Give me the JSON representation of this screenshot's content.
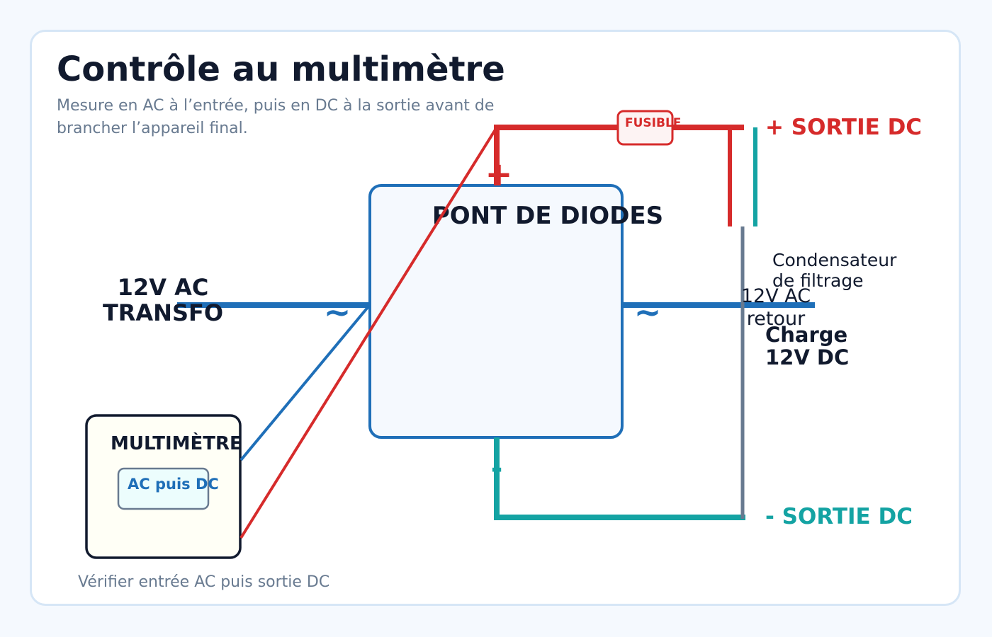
{
  "title": "Contrôle au multimètre",
  "subtitle": "Mesure en AC à l’entrée, puis en DC à la sortie avant de brancher l’appareil final.",
  "footer_note": "Vérifier entrée AC puis sortie DC",
  "components": {
    "transformer": {
      "line1": "12V AC",
      "line2": "TRANSFO"
    },
    "bridge": {
      "label": "PONT DE DIODES",
      "plus_symbol": "+",
      "minus_symbol": "-",
      "ac_symbol": "~"
    },
    "fuse": {
      "label": "FUSIBLE"
    },
    "capacitor": {
      "line1": "Condensateur",
      "line2": "de filtrage"
    },
    "ac_return": {
      "line1": "12V AC",
      "line2": "retour"
    },
    "load": {
      "line1": "Charge",
      "line2": "12V DC"
    },
    "multimeter": {
      "label": "MULTIMÈTRE",
      "mode": "AC puis DC"
    },
    "outputs": {
      "positive": "+ SORTIE DC",
      "negative": "- SORTIE DC"
    }
  },
  "colors": {
    "ac_wire": "#1f6fb8",
    "positive_wire": "#d62b2b",
    "negative_wire": "#14a3a3",
    "text_dark": "#111a2e",
    "muted": "#687a90"
  }
}
